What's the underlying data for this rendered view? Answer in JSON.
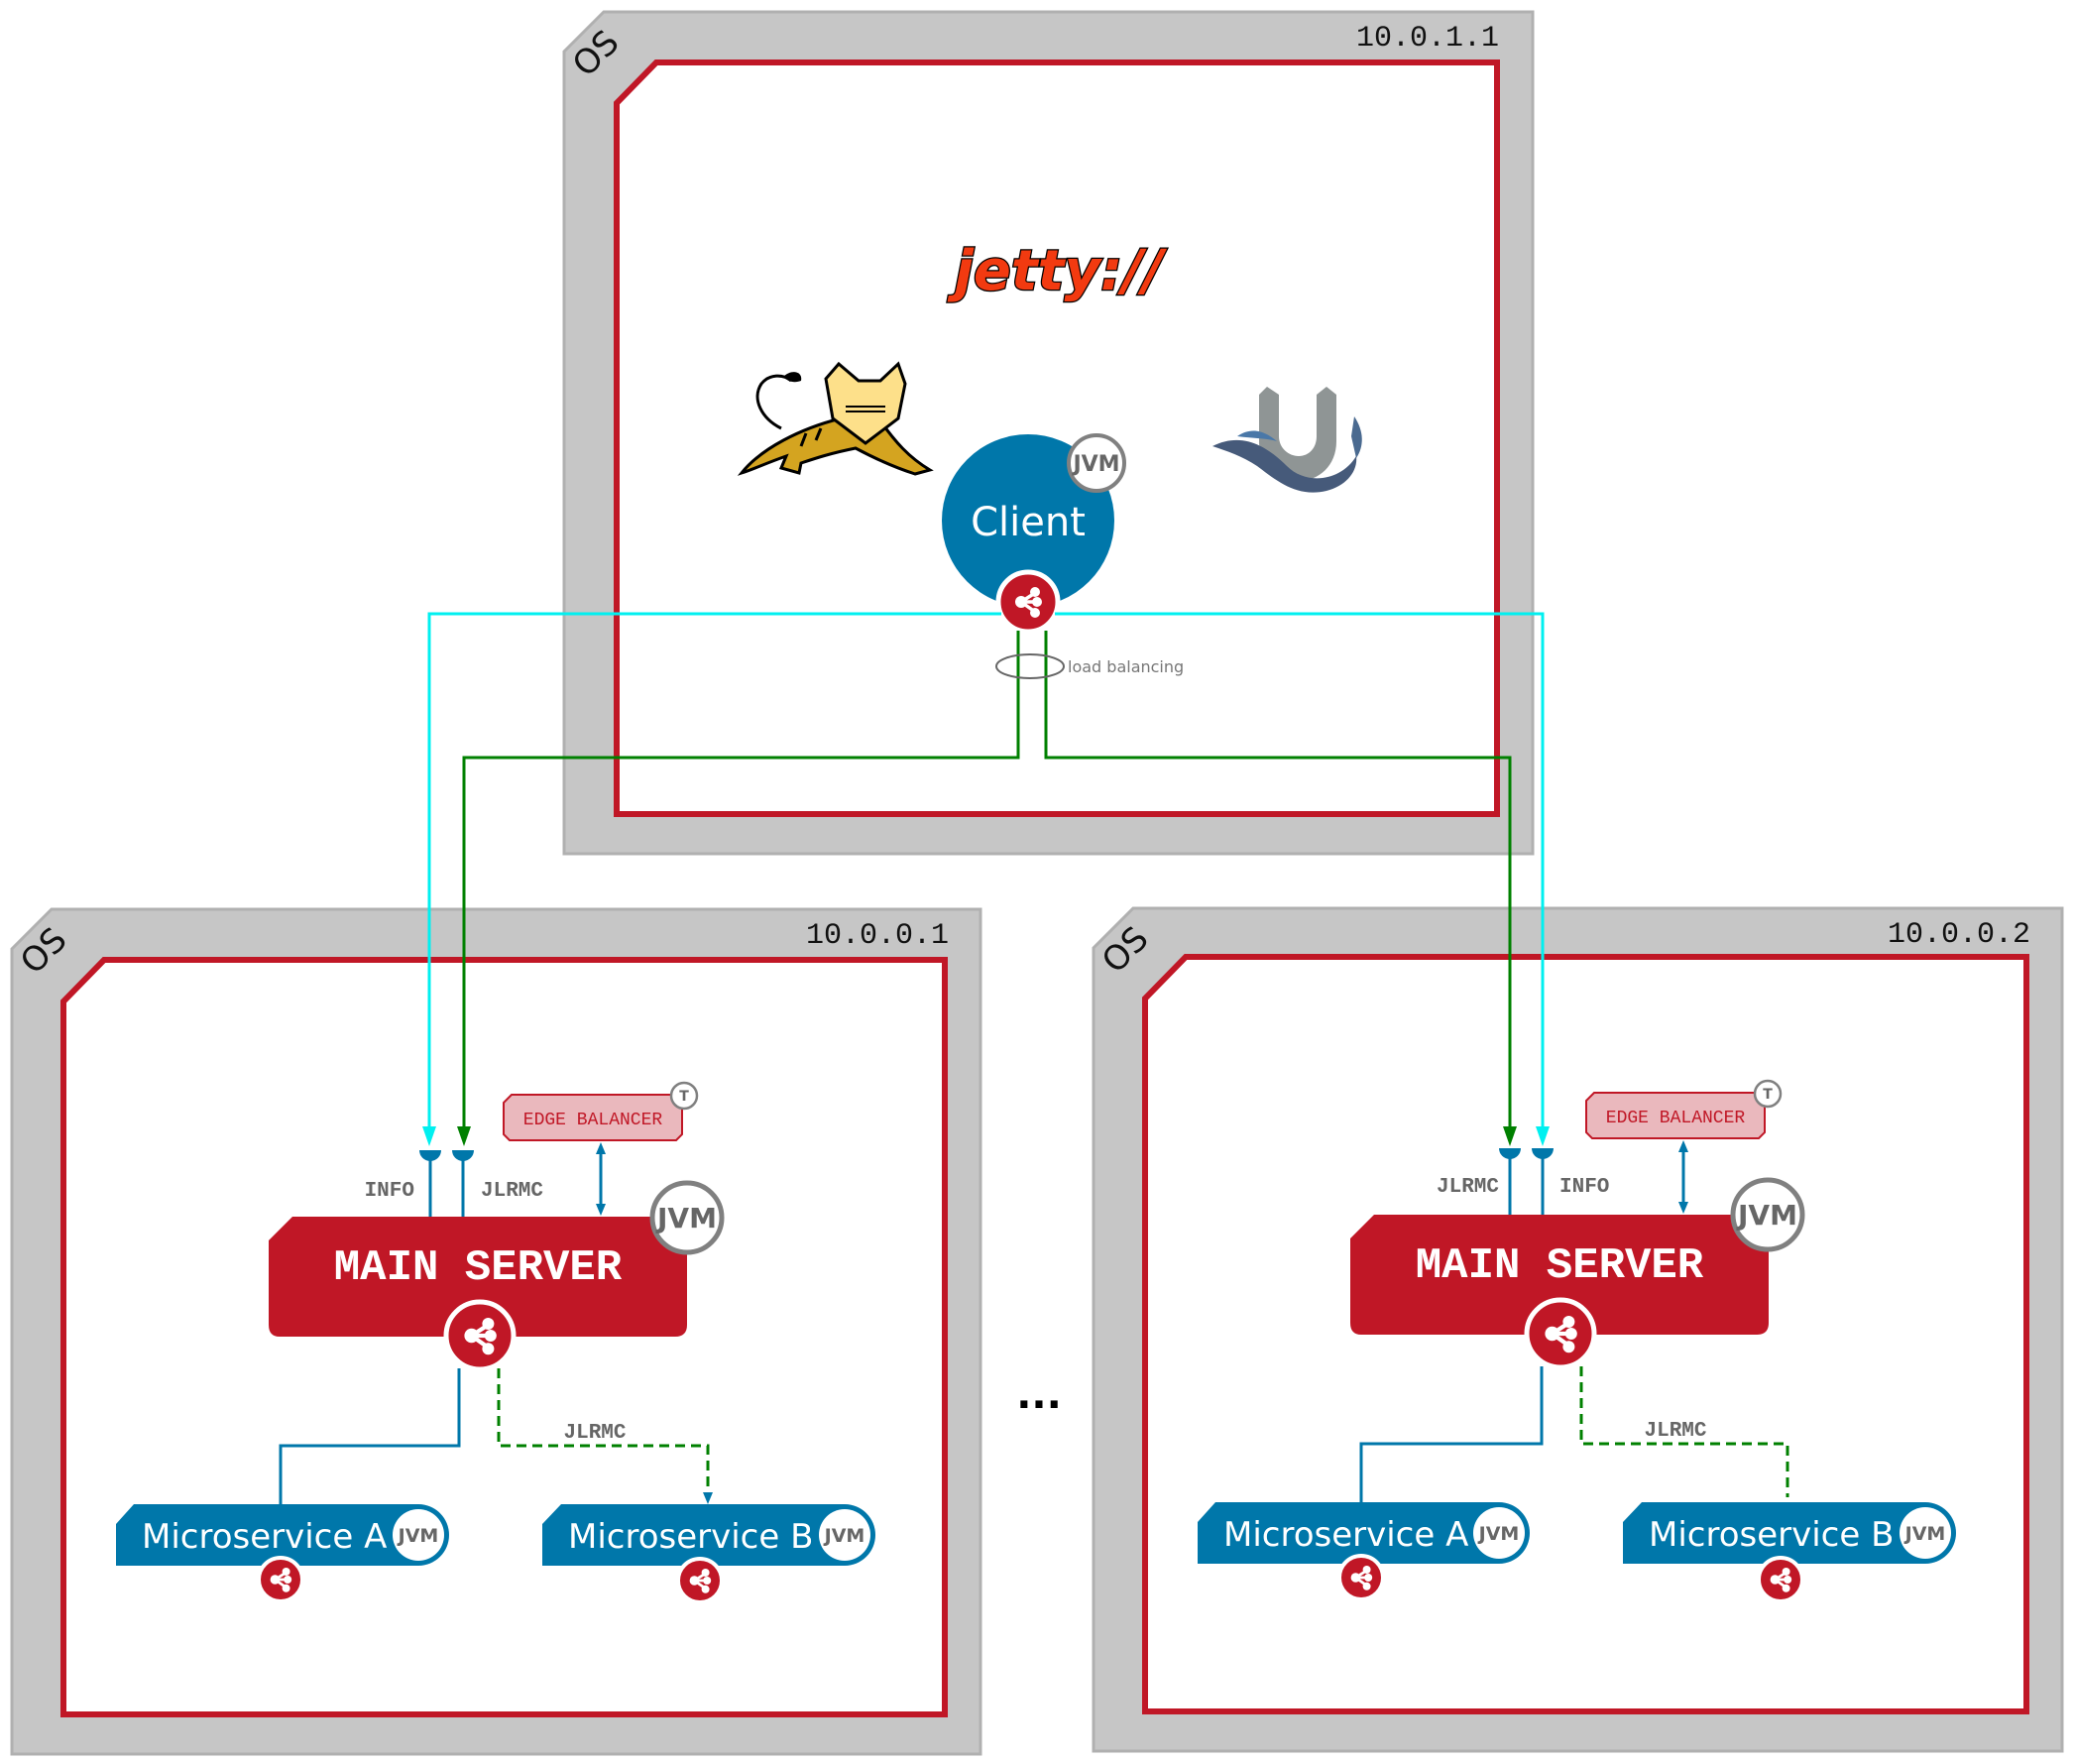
{
  "hosts": {
    "client_host": {
      "os_label": "OS",
      "ip": "10.0.1.1"
    },
    "server_host_1": {
      "os_label": "OS",
      "ip": "10.0.0.1"
    },
    "server_host_2": {
      "os_label": "OS",
      "ip": "10.0.0.2"
    }
  },
  "client": {
    "label": "Client",
    "jvm_badge": "JVM",
    "logos": [
      "jetty-logo",
      "tomcat-logo",
      "undertow-logo"
    ],
    "jetty_text": "jetty://",
    "load_balancing_label": "load balancing"
  },
  "server_1": {
    "title": "MAIN SERVER",
    "jvm_badge": "JVM",
    "edge_balancer": {
      "label": "EDGE BALANCER",
      "badge": "T"
    },
    "ports": [
      {
        "label": "INFO",
        "link": "cyan"
      },
      {
        "label": "JLRMC",
        "link": "green"
      }
    ],
    "link_label": "JLRMC",
    "services": [
      {
        "label": "Microservice A",
        "jvm_badge": "JVM"
      },
      {
        "label": "Microservice B",
        "jvm_badge": "JVM"
      }
    ]
  },
  "server_2": {
    "title": "MAIN SERVER",
    "jvm_badge": "JVM",
    "edge_balancer": {
      "label": "EDGE BALANCER",
      "badge": "T"
    },
    "ports": [
      {
        "label": "JLRMC",
        "link": "green"
      },
      {
        "label": "INFO",
        "link": "cyan"
      }
    ],
    "link_label": "JLRMC",
    "services": [
      {
        "label": "Microservice A",
        "jvm_badge": "JVM"
      },
      {
        "label": "Microservice B",
        "jvm_badge": "JVM"
      }
    ]
  },
  "ellipsis": "...",
  "colors": {
    "os_gray": "#c6c6c6",
    "host_red": "#c01726",
    "service_blue": "#0074a8",
    "info_cyan": "#00f0f0",
    "jlrmc_green": "#008000",
    "edge_fill": "#eab8bd",
    "jvm_gray": "#808080"
  }
}
